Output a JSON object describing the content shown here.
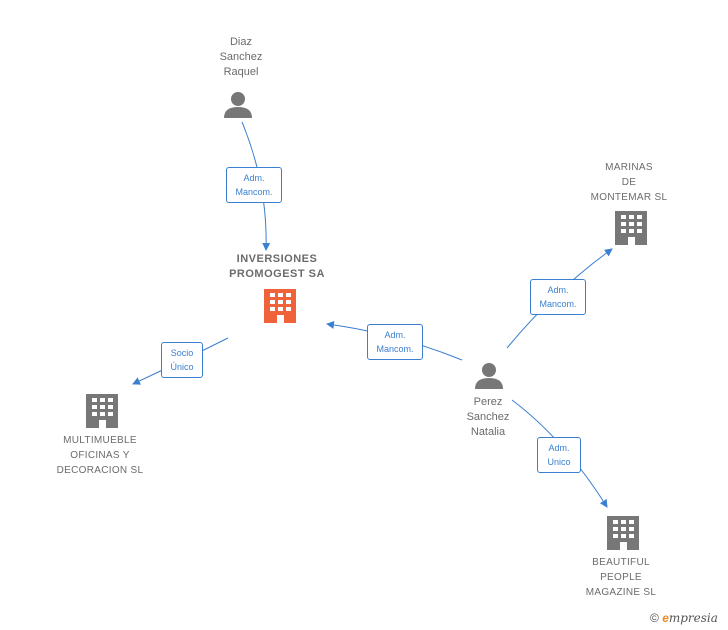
{
  "nodes": {
    "diaz": {
      "lines": [
        "Diaz",
        "Sanchez",
        "Raquel"
      ]
    },
    "inversiones": {
      "lines": [
        "INVERSIONES",
        "PROMOGEST SA"
      ]
    },
    "marinas": {
      "lines": [
        "MARINAS",
        "DE",
        "MONTEMAR SL"
      ]
    },
    "multimueble": {
      "lines": [
        "MULTIMUEBLE",
        "OFICINAS Y",
        "DECORACION SL"
      ]
    },
    "perez": {
      "lines": [
        "Perez",
        "Sanchez",
        "Natalia"
      ]
    },
    "beautiful": {
      "lines": [
        "BEAUTIFUL",
        "PEOPLE",
        "MAGAZINE SL"
      ]
    }
  },
  "edges": {
    "diaz_inversiones": {
      "lines": [
        "Adm.",
        "Mancom."
      ]
    },
    "inversiones_multimueble": {
      "lines": [
        "Socio",
        "Único"
      ]
    },
    "perez_inversiones": {
      "lines": [
        "Adm.",
        "Mancom."
      ]
    },
    "perez_marinas": {
      "lines": [
        "Adm.",
        "Mancom."
      ]
    },
    "perez_beautiful": {
      "lines": [
        "Adm.",
        "Unico"
      ]
    }
  },
  "colors": {
    "edge": "#3a7fd0",
    "company_icon": "#777777",
    "main_company_icon": "#f0623a",
    "person_icon": "#777777"
  },
  "footer": {
    "copyright": "©",
    "brand_e": "e",
    "brand_rest": "mpresia"
  }
}
